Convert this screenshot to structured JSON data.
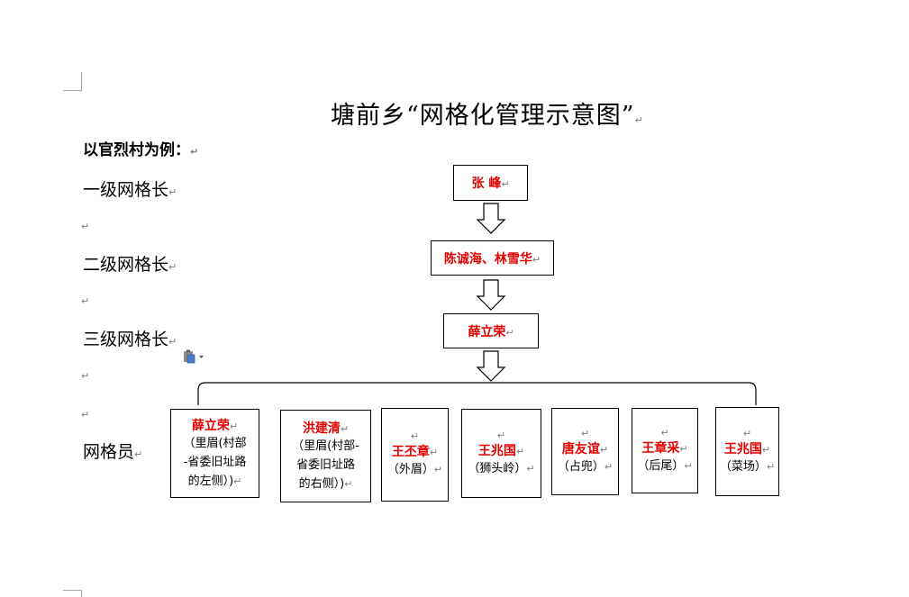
{
  "document": {
    "title": "塘前乡“网格化管理示意图”",
    "subtitle": "以官烈村为例：",
    "paragraph_mark": "↵",
    "levels": [
      {
        "label": "一级网格长"
      },
      {
        "label": "二级网格长"
      },
      {
        "label": "三级网格长"
      },
      {
        "label": "网格员"
      }
    ]
  },
  "chart": {
    "level1": {
      "name": "张  峰"
    },
    "level2": {
      "name": "陈诚海、林雪华"
    },
    "level3": {
      "name": "薛立荣"
    },
    "members": [
      {
        "name": "薛立荣",
        "area_lines": [
          "（里眉(村部",
          "-省委旧址路",
          "的左侧）)"
        ]
      },
      {
        "name": "洪建清",
        "area_lines": [
          "（里眉(村部-",
          "省委旧址路",
          "的右侧）)"
        ]
      },
      {
        "name": "王丕章",
        "area_lines": [
          "（外眉）"
        ]
      },
      {
        "name": "王兆国",
        "area_lines": [
          "（狮头岭）"
        ]
      },
      {
        "name": "唐友谊",
        "area_lines": [
          "（占兜）"
        ]
      },
      {
        "name": "王章采",
        "area_lines": [
          "（后尾）"
        ]
      },
      {
        "name": "王兆国",
        "area_lines": [
          "（菜场）"
        ]
      }
    ]
  },
  "icons": {
    "paste_options": "clipboard-paste-icon"
  },
  "colors": {
    "name_red": "#e00000",
    "border": "#000000",
    "crop_mark": "#a6a6a6"
  }
}
